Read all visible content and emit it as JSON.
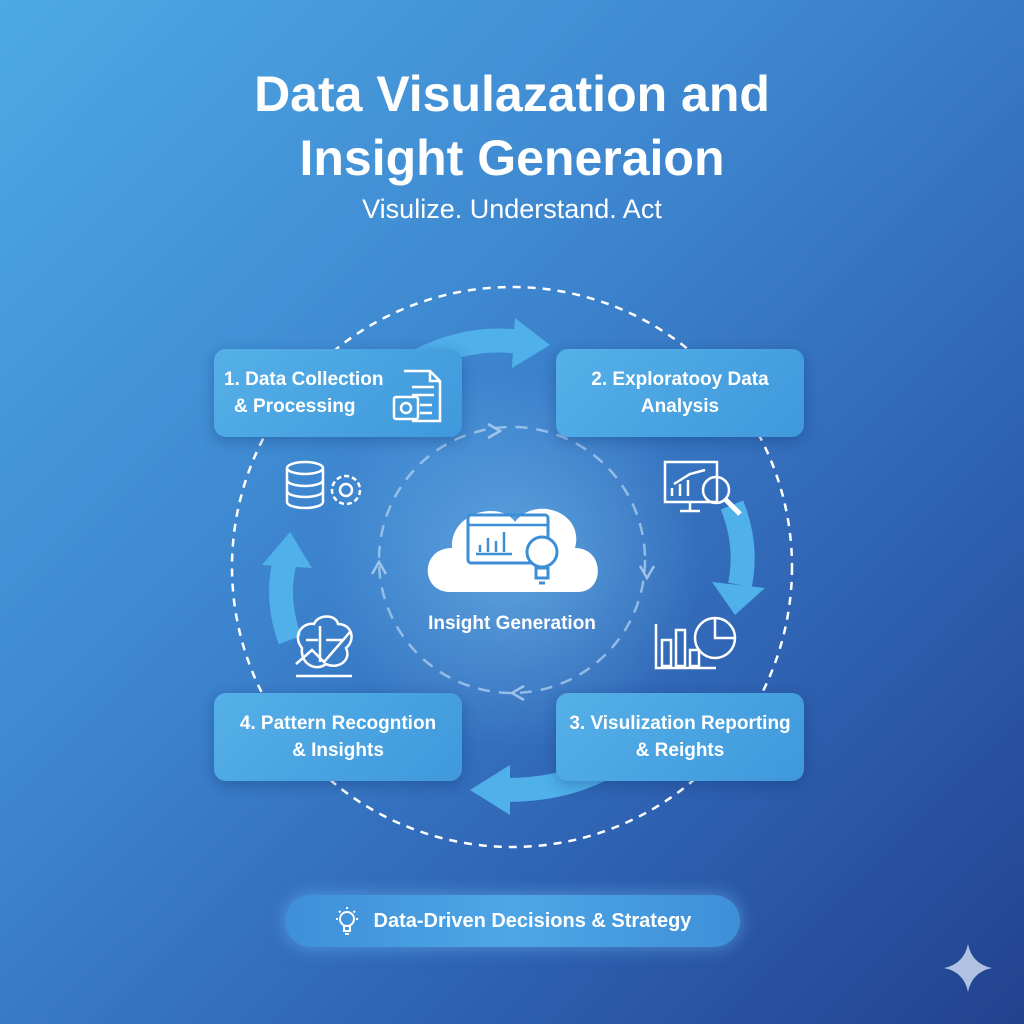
{
  "header": {
    "title_line1": "Data Visulazation and",
    "title_line2": "Insight Generaion",
    "subtitle": "Visulize. Understand. Act"
  },
  "steps": [
    {
      "line1": "1. Data Collection",
      "line2": "& Processing",
      "icon": "document-gear-icon"
    },
    {
      "line1": "2. Exploratooy Data",
      "line2": "Analysis",
      "icon": "chart-magnifier-icon"
    },
    {
      "line1": "3. Visulization Reporting",
      "line2": "& Reights",
      "icon": "bar-pie-chart-icon"
    },
    {
      "line1": "4. Pattern Recogntion",
      "line2": "& Insights",
      "icon": "brain-chart-icon"
    }
  ],
  "center": {
    "label": "Insight Generation",
    "icon": "cloud-dashboard-lightbulb-icon"
  },
  "footer": {
    "label": "Data-Driven Decisions & Strategy",
    "icon": "lightbulb-icon"
  },
  "colors": {
    "bg_light": "#4ea9e4",
    "bg_dark": "#22428f",
    "box": "#4aa4e2"
  }
}
